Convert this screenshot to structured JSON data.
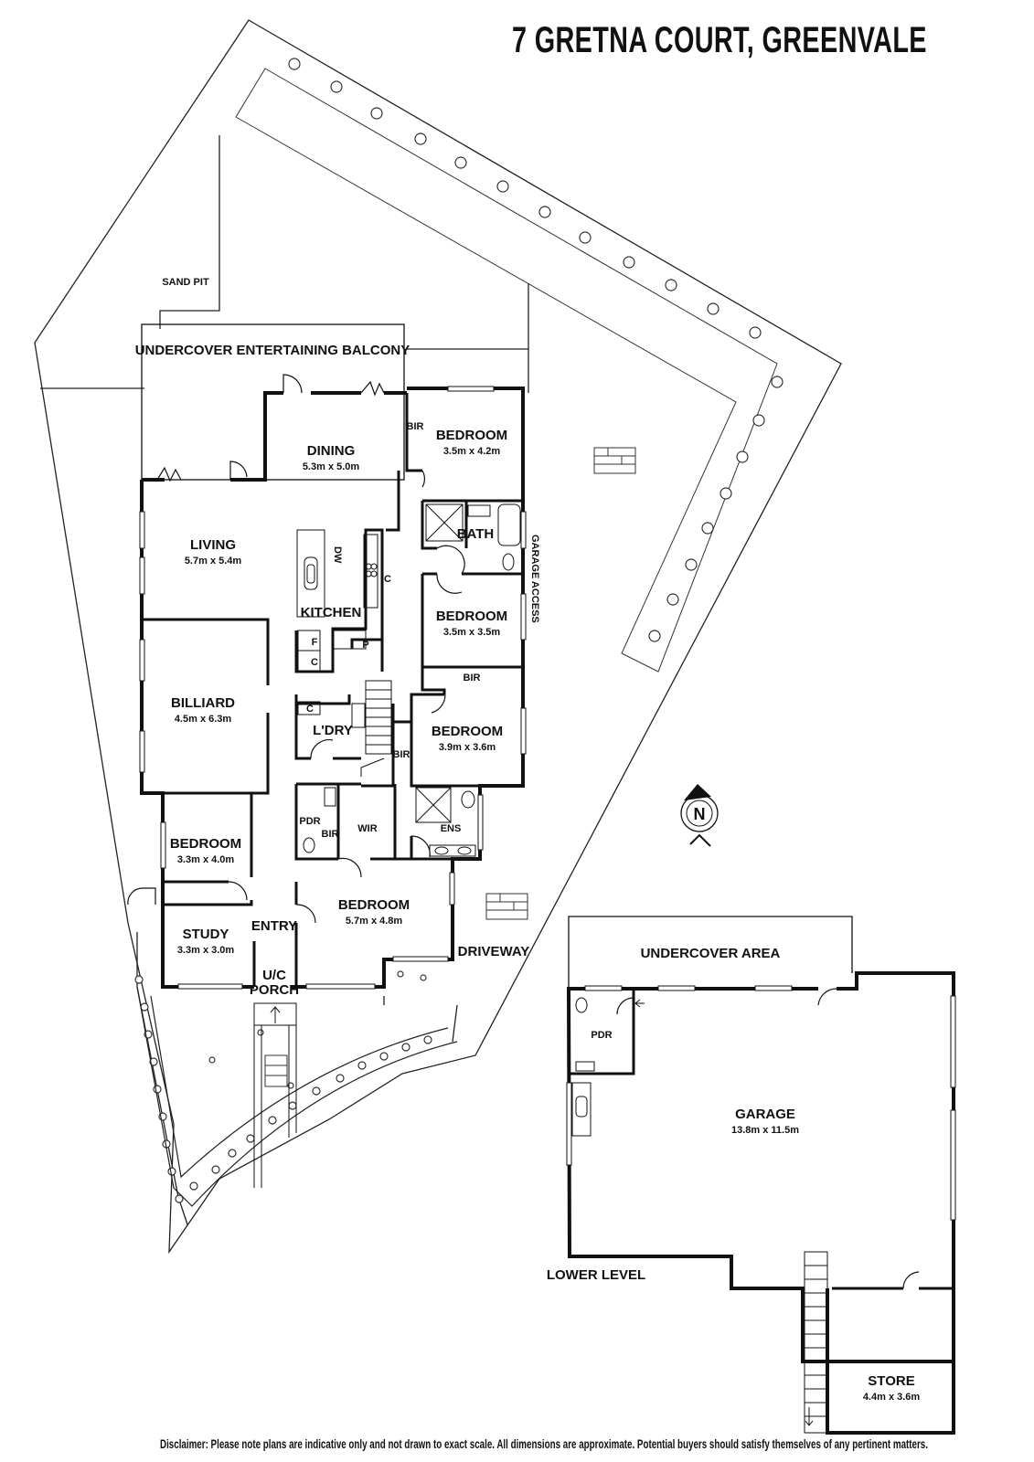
{
  "title": "7 GRETNA COURT, GREENVALE",
  "disclaimer": "Disclaimer: Please note plans are indicative only and not drawn to exact scale. All dimensions are approximate. Potential buyers should satisfy themselves of any pertinent matters.",
  "compass": {
    "letter": "N"
  },
  "level_label": "LOWER LEVEL",
  "rooms": [
    {
      "id": "sand-pit",
      "name": "SAND PIT",
      "dims": ""
    },
    {
      "id": "balcony",
      "name": "UNDERCOVER ENTERTAINING BALCONY",
      "dims": ""
    },
    {
      "id": "dining",
      "name": "DINING",
      "dims": "5.3m x 5.0m"
    },
    {
      "id": "bedroom-1",
      "name": "BEDROOM",
      "dims": "3.5m x 4.2m"
    },
    {
      "id": "bir-1",
      "name": "BIR",
      "dims": ""
    },
    {
      "id": "bath",
      "name": "BATH",
      "dims": ""
    },
    {
      "id": "living",
      "name": "LIVING",
      "dims": "5.7m x 5.4m"
    },
    {
      "id": "kitchen",
      "name": "KITCHEN",
      "dims": ""
    },
    {
      "id": "bedroom-2",
      "name": "BEDROOM",
      "dims": "3.5m x 3.5m"
    },
    {
      "id": "bir-2",
      "name": "BIR",
      "dims": ""
    },
    {
      "id": "billiard",
      "name": "BILLIARD",
      "dims": "4.5m x 6.3m"
    },
    {
      "id": "laundry",
      "name": "L'DRY",
      "dims": ""
    },
    {
      "id": "bir-3",
      "name": "BIR",
      "dims": ""
    },
    {
      "id": "bedroom-3",
      "name": "BEDROOM",
      "dims": "3.9m x 3.6m"
    },
    {
      "id": "pdr-1",
      "name": "PDR",
      "dims": ""
    },
    {
      "id": "bir-4",
      "name": "BIR",
      "dims": ""
    },
    {
      "id": "wir",
      "name": "WIR",
      "dims": ""
    },
    {
      "id": "ens",
      "name": "ENS",
      "dims": ""
    },
    {
      "id": "bedroom-4",
      "name": "BEDROOM",
      "dims": "3.3m x 4.0m"
    },
    {
      "id": "entry",
      "name": "ENTRY",
      "dims": ""
    },
    {
      "id": "bedroom-5",
      "name": "BEDROOM",
      "dims": "5.7m x 4.8m"
    },
    {
      "id": "study",
      "name": "STUDY",
      "dims": "3.3m x 3.0m"
    },
    {
      "id": "porch",
      "name": "U/C",
      "dims": "PORCH"
    },
    {
      "id": "driveway",
      "name": "DRIVEWAY",
      "dims": ""
    },
    {
      "id": "undercover-area",
      "name": "UNDERCOVER AREA",
      "dims": ""
    },
    {
      "id": "pdr-2",
      "name": "PDR",
      "dims": ""
    },
    {
      "id": "garage",
      "name": "GARAGE",
      "dims": "13.8m x 11.5m"
    },
    {
      "id": "store",
      "name": "STORE",
      "dims": "4.4m x 3.6m"
    }
  ],
  "fixture_labels": {
    "dw": "DW",
    "fridge": "F",
    "pantry": "P",
    "cupboard": "C",
    "garage_access": "GARAGE ACCESS"
  }
}
